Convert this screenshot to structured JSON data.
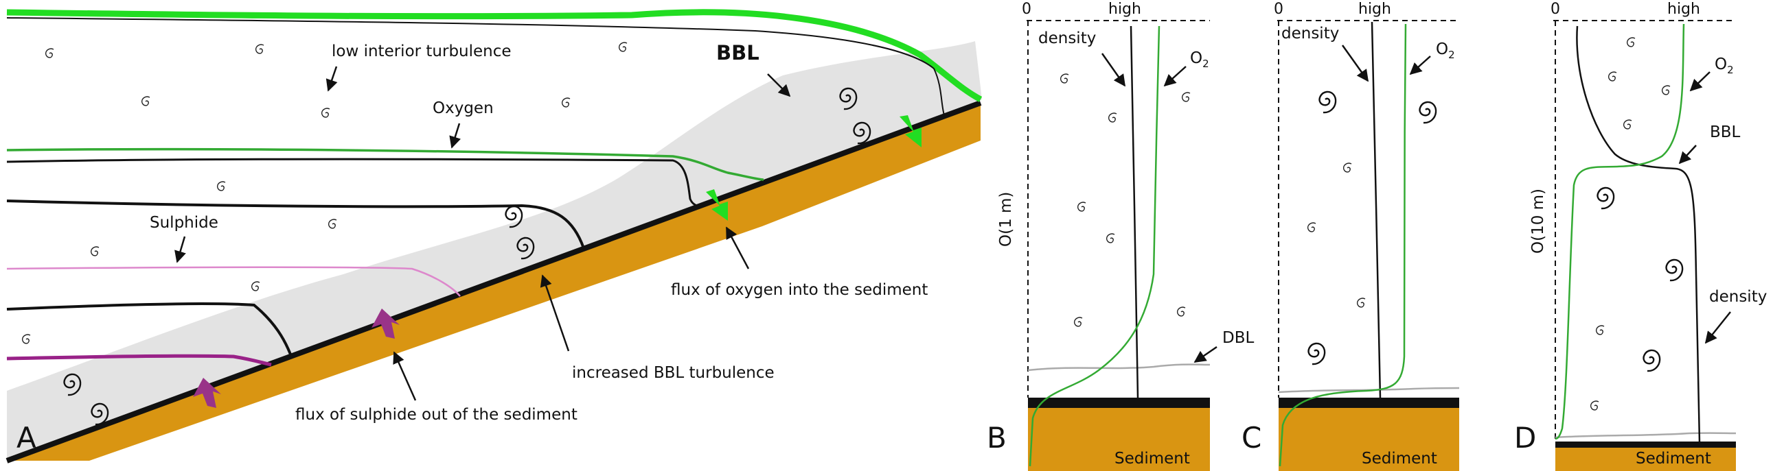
{
  "panelA": {
    "letter": "A",
    "label_low_interior_turbulence": "low interior turbulence",
    "label_bbl": "BBL",
    "label_oxygen": "Oxygen",
    "label_sulphide": "Sulphide",
    "label_flux_oxygen": "flux of oxygen into the sediment",
    "label_increased_turbulence": "increased BBL turbulence",
    "label_flux_sulphide": "flux of sulphide out of the sediment"
  },
  "panelB": {
    "letter": "B",
    "axis_zero": "0",
    "axis_high": "high",
    "vertical_label": "O(1 m)",
    "label_density": "density",
    "label_o2": "O",
    "label_o2_sub": "2",
    "label_dbl": "DBL",
    "label_sediment": "Sediment"
  },
  "panelC": {
    "letter": "C",
    "axis_zero": "0",
    "axis_high": "high",
    "label_density": "density",
    "label_o2": "O",
    "label_o2_sub": "2",
    "label_sediment": "Sediment"
  },
  "panelD": {
    "letter": "D",
    "axis_zero": "0",
    "axis_high": "high",
    "vertical_label": "O(10 m)",
    "label_o2": "O",
    "label_o2_sub": "2",
    "label_bbl": "BBL",
    "label_density": "density",
    "label_sediment": "Sediment"
  },
  "colors": {
    "sediment": "#d99512",
    "bbl_fill": "#e3e3e3",
    "oxygen_bright": "#22dd22",
    "oxygen_line": "#33aa33",
    "sulphide_light": "#dd88cc",
    "sulphide_dark": "#992288",
    "sulphide_arrow": "#993388",
    "dbl_line": "#aaaaaa",
    "ink": "#111111"
  }
}
